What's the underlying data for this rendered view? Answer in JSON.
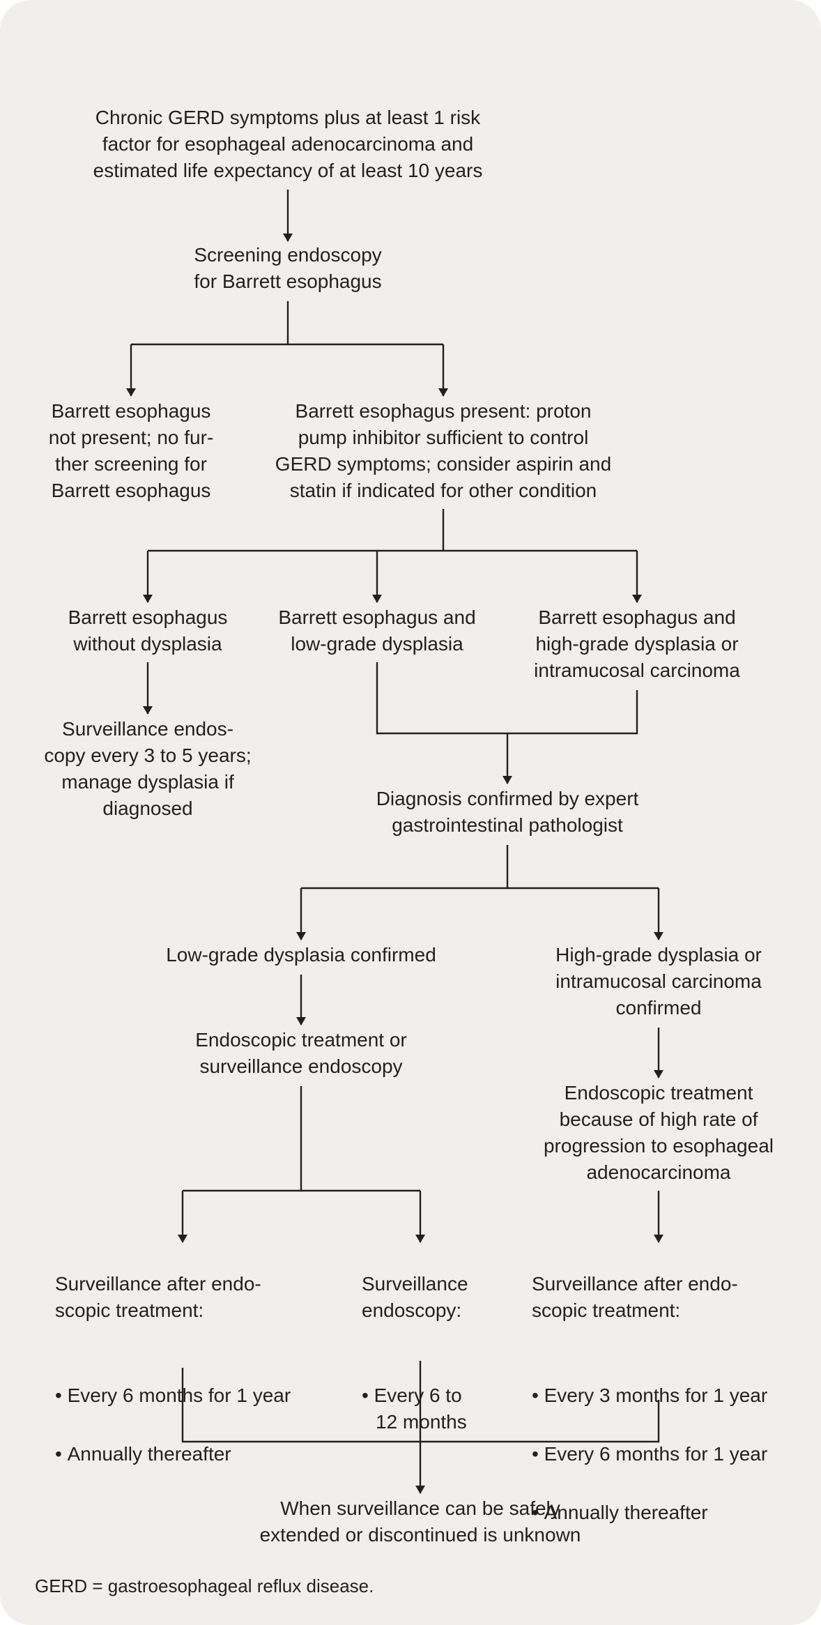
{
  "diagram": {
    "line_color": "#231f20",
    "background": "#f0efeb",
    "nodes": {
      "start": "Chronic GERD symptoms plus at least 1 risk\nfactor for esophageal adenocarcinoma and\nestimated life expectancy of at least 10 years",
      "screening": "Screening endoscopy\nfor Barrett esophagus",
      "be_absent": "Barrett esophagus\nnot present; no fur-\nther screening for\nBarrett esophagus",
      "be_present": "Barrett esophagus present: proton\npump inhibitor sufficient to control\nGERD symptoms; consider aspirin and\nstatin if indicated for other condition",
      "be_no_dysplasia": "Barrett esophagus\nwithout dysplasia",
      "be_lgd": "Barrett esophagus and\nlow-grade dysplasia",
      "be_hgd": "Barrett esophagus and\nhigh-grade dysplasia or\nintramucosal carcinoma",
      "surveillance_3_5": "Surveillance endos-\ncopy every 3 to 5 years;\nmanage dysplasia if\ndiagnosed",
      "confirmed_expert": "Diagnosis confirmed by expert\ngastrointestinal pathologist",
      "lgd_confirmed": "Low-grade dysplasia confirmed",
      "hgd_confirmed": "High-grade dysplasia or\nintramucosal carcinoma\nconfirmed",
      "lgd_treatment": "Endoscopic treatment or\nsurveillance endoscopy",
      "hgd_treatment": "Endoscopic treatment\nbecause of high rate of\nprogression to esophageal\nadenocarcinoma",
      "lgd_after_treatment": {
        "lead": "Surveillance after endo-\nscopic treatment:",
        "items": [
          "Every 6 months for 1 year",
          "Annually thereafter"
        ]
      },
      "lgd_surveillance": {
        "lead": "Surveillance\nendoscopy:",
        "items": [
          "Every 6 to\n12 months"
        ]
      },
      "hgd_after_treatment": {
        "lead": "Surveillance after endo-\nscopic treatment:",
        "items": [
          "Every 3 months for 1 year",
          "Every 6 months for 1 year",
          "Annually thereafter"
        ]
      },
      "end": "When surveillance can be safely\nextended or discontinued is unknown"
    },
    "footnote": "GERD = gastroesophageal reflux disease."
  }
}
